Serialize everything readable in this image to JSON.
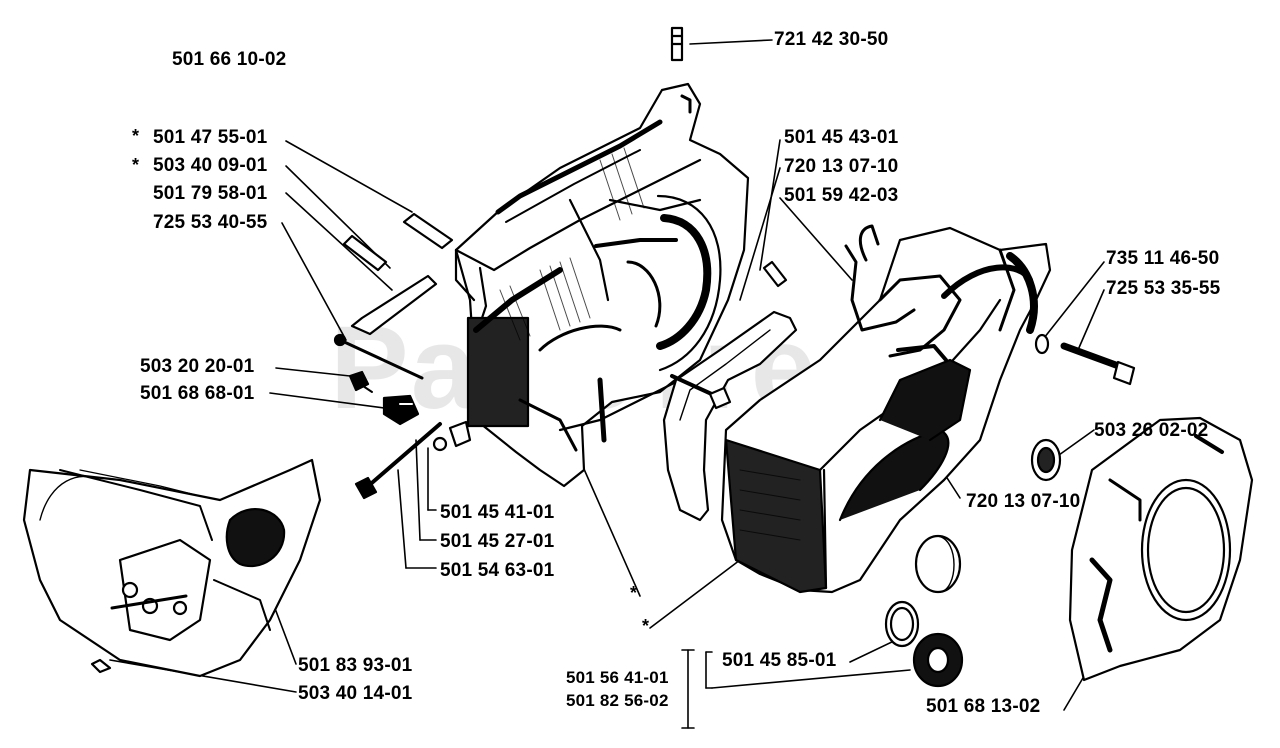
{
  "watermark": "PartsTree",
  "labels": {
    "assembly_id": "501 66 10-02",
    "pin_top": "721 42 30-50",
    "l_501475501": "501 47 55-01",
    "l_503400901": "503 40 09-01",
    "l_501795801": "501 79 58-01",
    "l_725534055": "725 53 40-55",
    "l_501454301": "501 45 43-01",
    "l_720130710a": "720 13 07-10",
    "l_501594203": "501 59 42-03",
    "l_735114650": "735 11 46-50",
    "l_725533555": "725 53 35-55",
    "l_503202001": "503 20 20-01",
    "l_501686801": "501 68 68-01",
    "l_503260202": "503 26 02-02",
    "l_720130710b": "720 13 07-10",
    "l_501454101": "501 45 41-01",
    "l_501452701": "501 45 27-01",
    "l_501546301": "501 54 63-01",
    "l_501839301": "501 83 93-01",
    "l_503401401": "503 40 14-01",
    "l_501564101": "501 56 41-01",
    "l_501828562": "501 82 56-02",
    "l_501458501": "501 45 85-01",
    "l_501681302": "501 68 13-02"
  },
  "markers": {
    "asterisk": "*"
  }
}
